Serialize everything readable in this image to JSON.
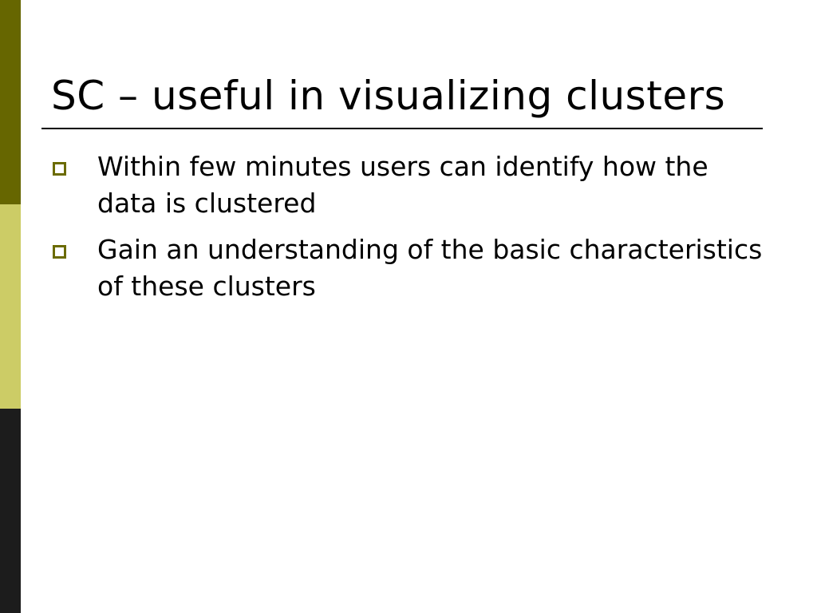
{
  "colors": {
    "sidebar_top": "#666600",
    "sidebar_middle": "#cccc66",
    "sidebar_bottom": "#1c1c1c",
    "bullet_marker": "#6b6b00",
    "text": "#000000"
  },
  "slide": {
    "title": "SC – useful in visualizing clusters",
    "bullets": [
      {
        "icon": "hollow-square-bullet",
        "text": "Within few minutes users can identify how the data is clustered"
      },
      {
        "icon": "hollow-square-bullet",
        "text": "Gain an understanding of the basic characteristics of these clusters"
      }
    ]
  }
}
